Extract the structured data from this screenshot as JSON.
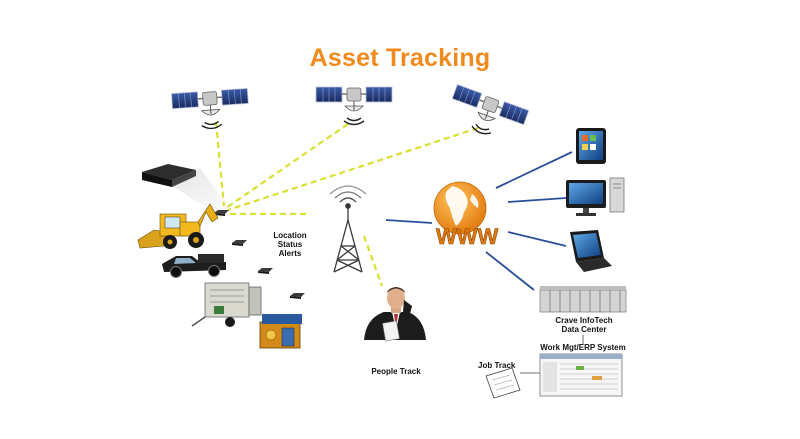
{
  "title": "Asset Tracking",
  "labels": {
    "location": "Location",
    "status": "Status",
    "alerts": "Alerts",
    "people_track": "People Track",
    "data_center_line1": "Crave InfoTech",
    "data_center_line2": "Data Center",
    "work_mgt": "Work Mgt/ERP System",
    "job_track": "Job Track",
    "www": "WWW"
  },
  "colors": {
    "title": "#f08a1c",
    "satellite_link": "#d8e030",
    "network_link": "#2a4f9a",
    "globe_ocean": "#f29a22",
    "globe_land": "#ffffff"
  },
  "icons": [
    "satellite-icon",
    "gps-tracker-icon",
    "backhoe-icon",
    "pickup-truck-icon",
    "generator-trailer-icon",
    "container-icon",
    "cell-tower-icon",
    "globe-icon",
    "tablet-icon",
    "desktop-icon",
    "laptop-icon",
    "server-rack-icon",
    "person-icon",
    "clipboard-icon",
    "report-screen-icon"
  ]
}
